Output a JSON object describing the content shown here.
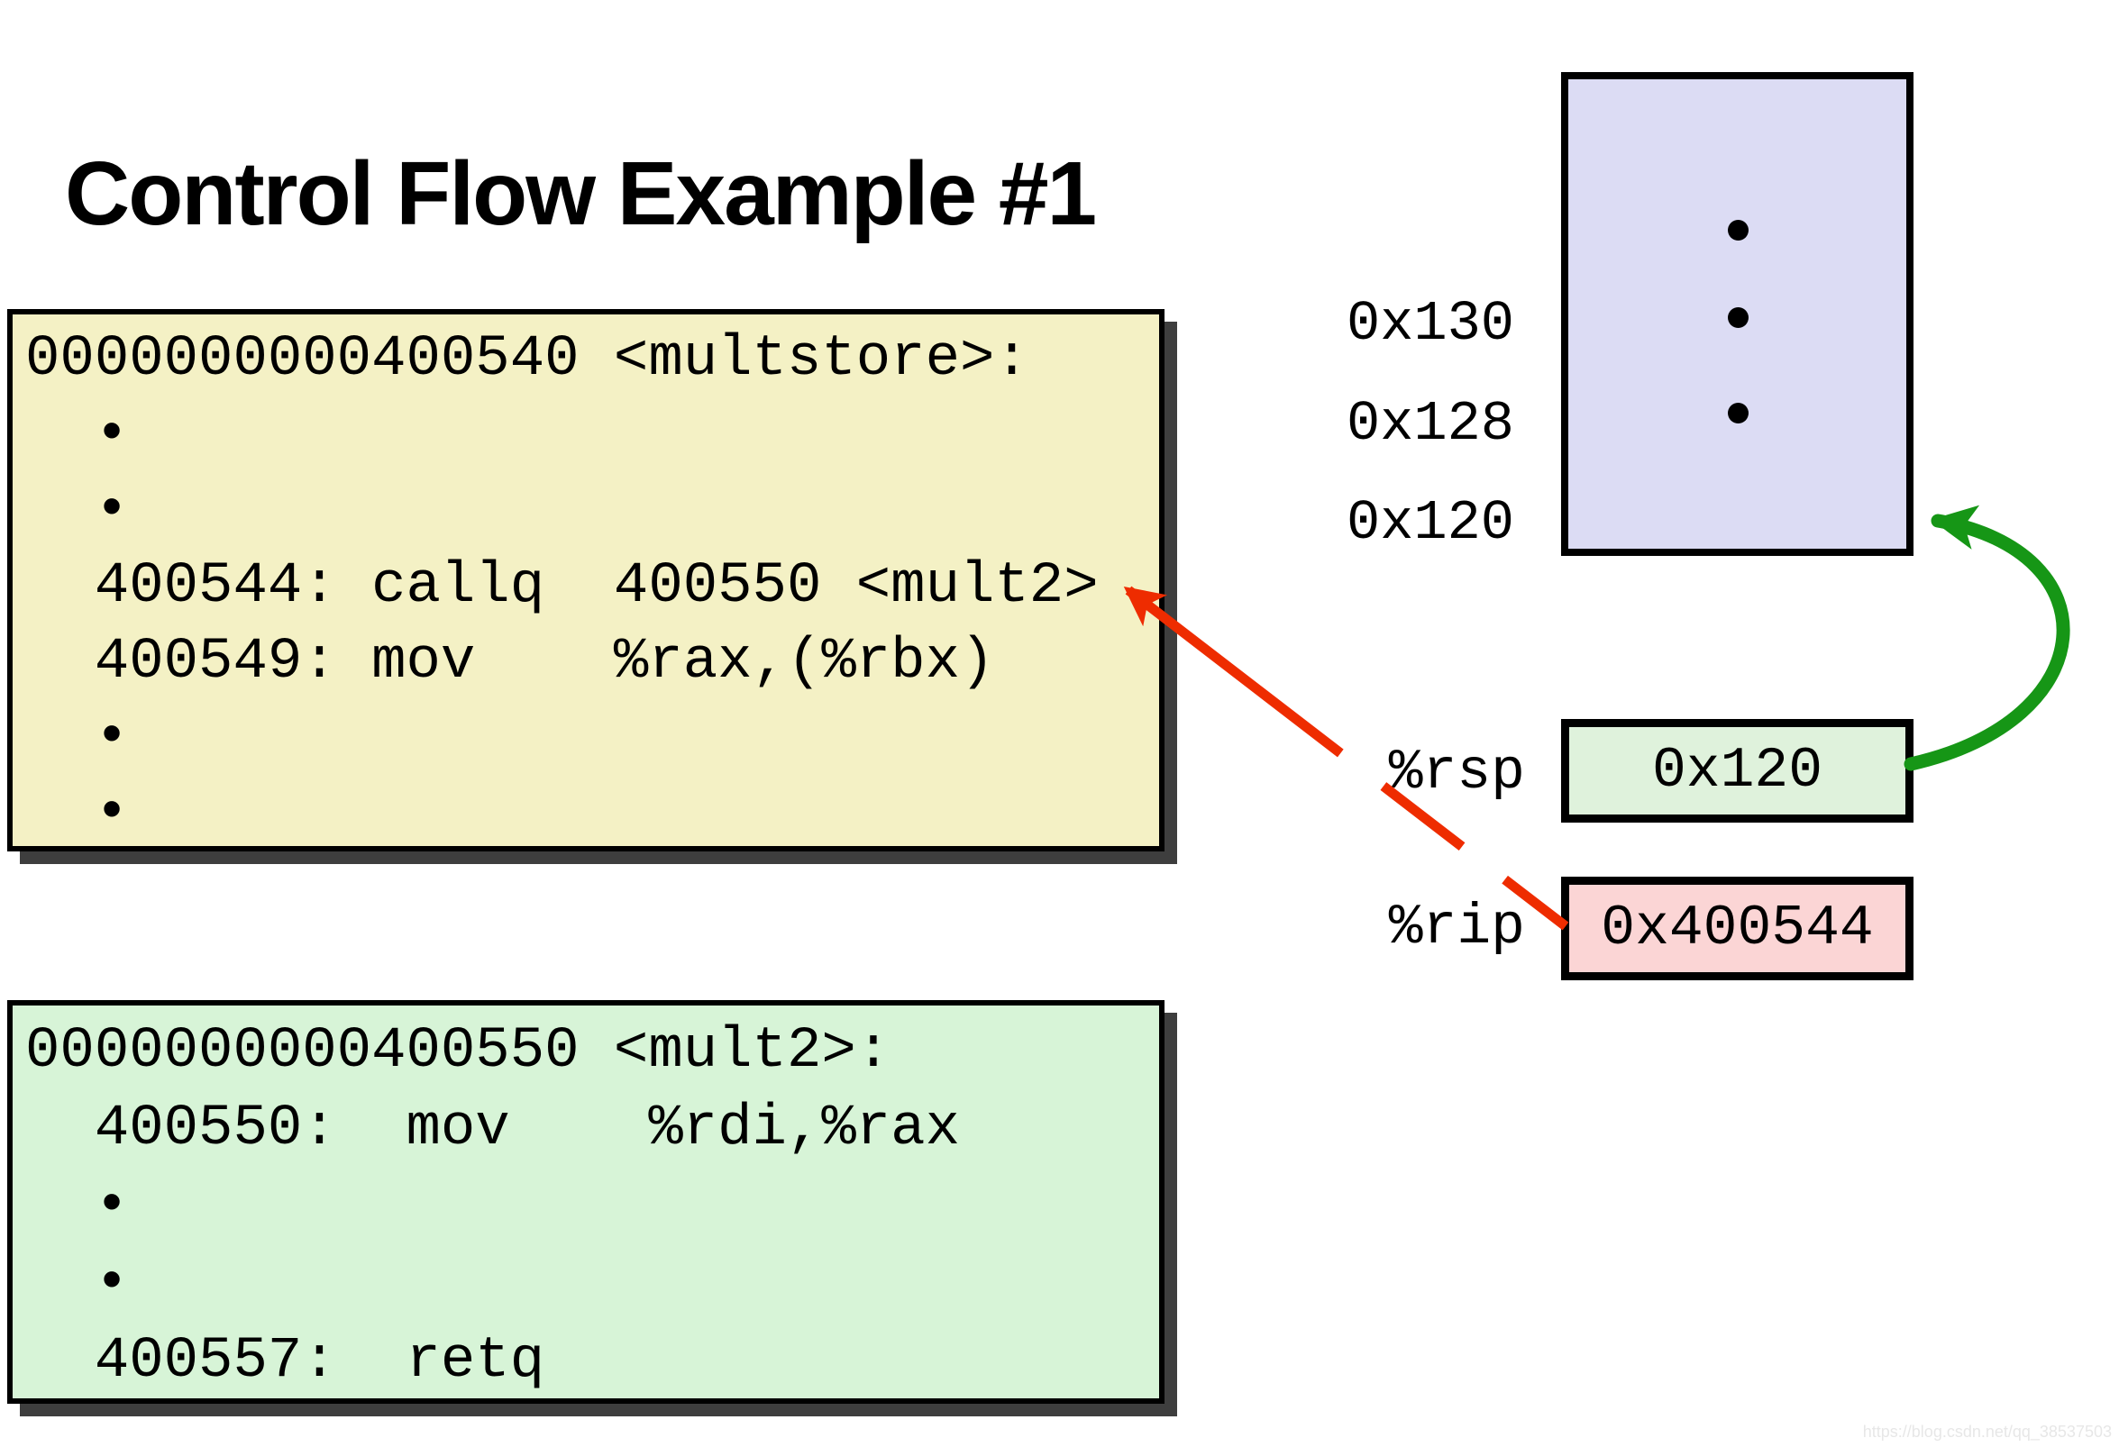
{
  "title": "Control Flow Example #1",
  "multstore": {
    "rows": [
      "0000000000400540 <multstore>:",
      "  •",
      "  •",
      "  400544: callq  400550 <mult2>",
      "  400549: mov    %rax,(%rbx)",
      "  •",
      "  •"
    ]
  },
  "mult2": {
    "rows": [
      "0000000000400550 <mult2>:",
      "  400550:  mov    %rdi,%rax",
      "  •",
      "  •",
      "  400557:  retq"
    ]
  },
  "stack": {
    "address_labels": [
      "0x130",
      "0x128",
      "0x120"
    ]
  },
  "registers": {
    "rsp": {
      "label": "%rsp",
      "value": "0x120"
    },
    "rip": {
      "label": "%rip",
      "value": "0x400544"
    }
  },
  "colors": {
    "code_box_yellow": "#f4f1c5",
    "code_box_green": "#d7f4d7",
    "stack_fill": "#dcdcf4",
    "rsp_box_fill": "#dff2dc",
    "rip_box_fill": "#fbd5d5",
    "arrow_red": "#ee2c00",
    "arrow_green": "#169616",
    "shadow_gray": "#3e3e3e"
  },
  "watermark": "https://blog.csdn.net/qq_38537503"
}
